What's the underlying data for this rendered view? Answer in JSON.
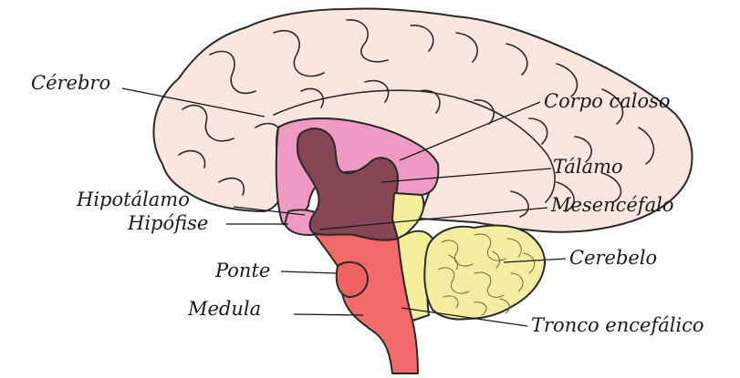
{
  "labels": {
    "cerebro": "Cérebro",
    "corpo_caloso": "Corpo caloso",
    "talamo": "Tálamo",
    "hipotalamo": "Hipotálamo",
    "mesencefalo": "Mesencéfalo",
    "hipofise": "Hipófise",
    "cerebelo": "Cerebelo",
    "ponte": "Ponte",
    "medula": "Medula",
    "tronco_encefalico": "Tronco encefálico"
  },
  "colors": {
    "cerebro": "#f9e6df",
    "corpo_caloso": "#ef9ac4",
    "talamo": "#874654",
    "mesencefalo": "#f4ef9a",
    "cerebelo": "#f2eda0",
    "ponte": "#f26a6a",
    "medula": "#ee6262",
    "outline": "#2a2a2a"
  }
}
